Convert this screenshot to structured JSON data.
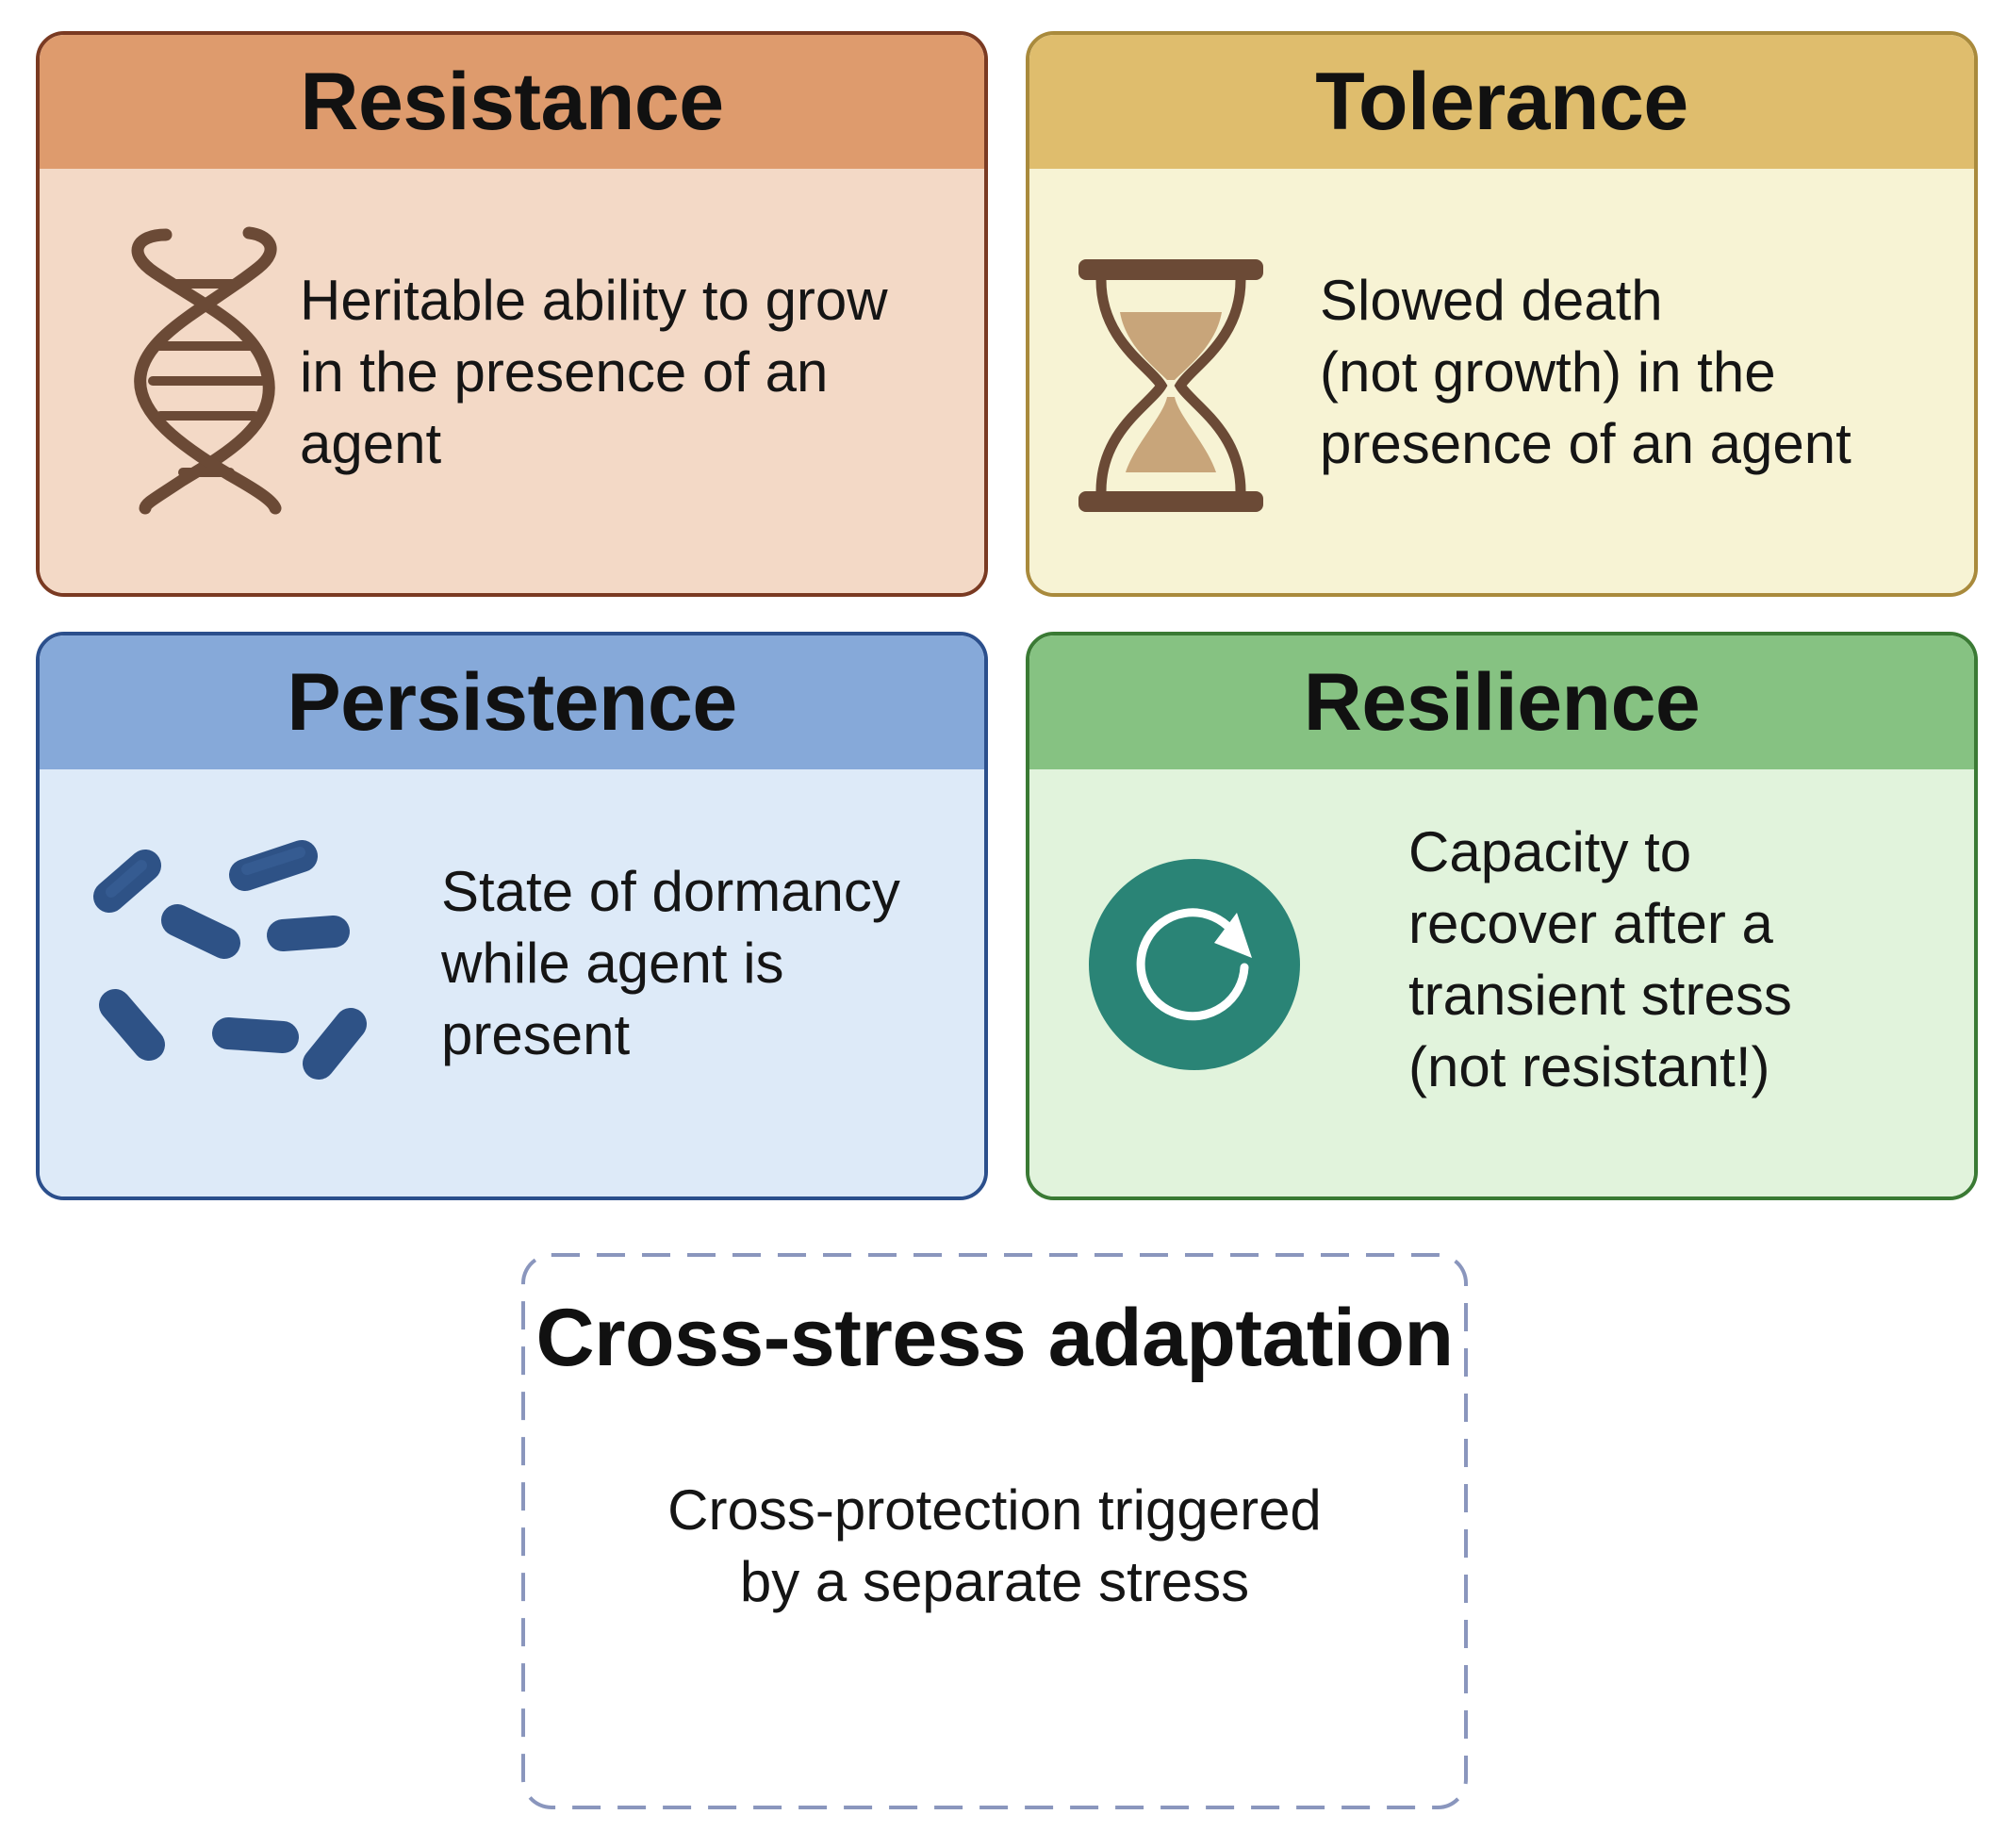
{
  "cards": {
    "resistance": {
      "title": "Resistance",
      "lines": [
        "Heritable ability to grow",
        "in the presence of an",
        "agent"
      ],
      "icon": "dna-icon",
      "header_color": "#de9b6d",
      "body_color": "#f3d9c6"
    },
    "tolerance": {
      "title": "Tolerance",
      "lines": [
        "Slowed death",
        "(not growth) in the",
        "presence of an agent"
      ],
      "icon": "hourglass-icon",
      "header_color": "#dfbd6d",
      "body_color": "#f7f3d4"
    },
    "persistence": {
      "title": "Persistence",
      "lines": [
        "State of dormancy",
        "while agent is",
        "present"
      ],
      "icon": "bacteria-icon",
      "header_color": "#86a9d9",
      "body_color": "#ddeaf8"
    },
    "resilience": {
      "title": "Resilience",
      "lines": [
        "Capacity to",
        "recover after a",
        "transient stress",
        "(not resistant!)"
      ],
      "icon": "refresh-cycle-icon",
      "header_color": "#86c282",
      "body_color": "#e1f3dc"
    },
    "cross_stress": {
      "title": "Cross-stress adaptation",
      "lines": [
        "Cross-protection triggered",
        "by a separate stress"
      ]
    }
  }
}
